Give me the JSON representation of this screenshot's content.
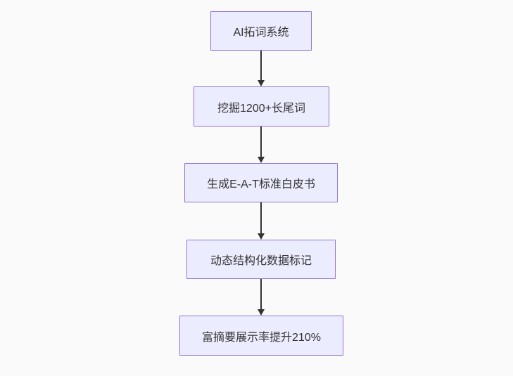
{
  "diagram": {
    "type": "flowchart",
    "direction": "top-down",
    "colors": {
      "background": "#fafafa",
      "node_fill": "#ececff",
      "node_border": "#9370db",
      "node_text": "#333333",
      "arrow": "#333333"
    },
    "nodes": [
      {
        "id": "n1",
        "label": "AI拓词系统"
      },
      {
        "id": "n2",
        "label": "挖掘1200+长尾词"
      },
      {
        "id": "n3",
        "label": "生成E-A-T标准白皮书"
      },
      {
        "id": "n4",
        "label": "动态结构化数据标记"
      },
      {
        "id": "n5",
        "label": "富摘要展示率提升210%"
      }
    ],
    "edges": [
      {
        "from": "n1",
        "to": "n2",
        "style": "arrow"
      },
      {
        "from": "n2",
        "to": "n3",
        "style": "arrow"
      },
      {
        "from": "n3",
        "to": "n4",
        "style": "arrow"
      },
      {
        "from": "n4",
        "to": "n5",
        "style": "arrow"
      }
    ]
  }
}
